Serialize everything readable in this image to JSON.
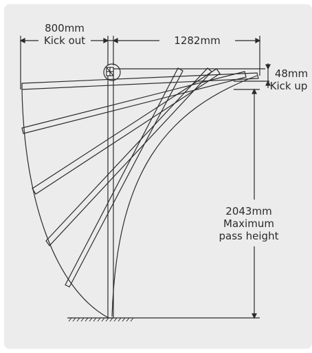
{
  "labels": {
    "kick_out_value": "800mm",
    "kick_out_label": "Kick out",
    "width_value": "1282mm",
    "kick_up_value": "48mm",
    "kick_up_label": "Kick up",
    "pass_height_value": "2043mm",
    "pass_height_line1": "Maximum",
    "pass_height_line2": "pass height"
  },
  "colors": {
    "panel": "#ececec",
    "line": "#2a2a2a"
  }
}
